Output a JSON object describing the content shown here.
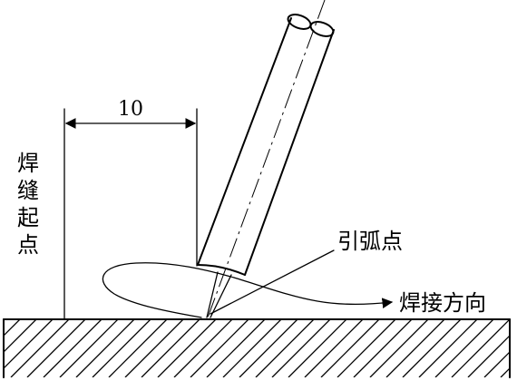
{
  "labels": {
    "dimension": "10",
    "weld_start_point": "焊缝起点",
    "arc_strike_point": "引弧点",
    "welding_direction": "焊接方向"
  },
  "colors": {
    "ink": "#000000",
    "background": "#ffffff"
  }
}
